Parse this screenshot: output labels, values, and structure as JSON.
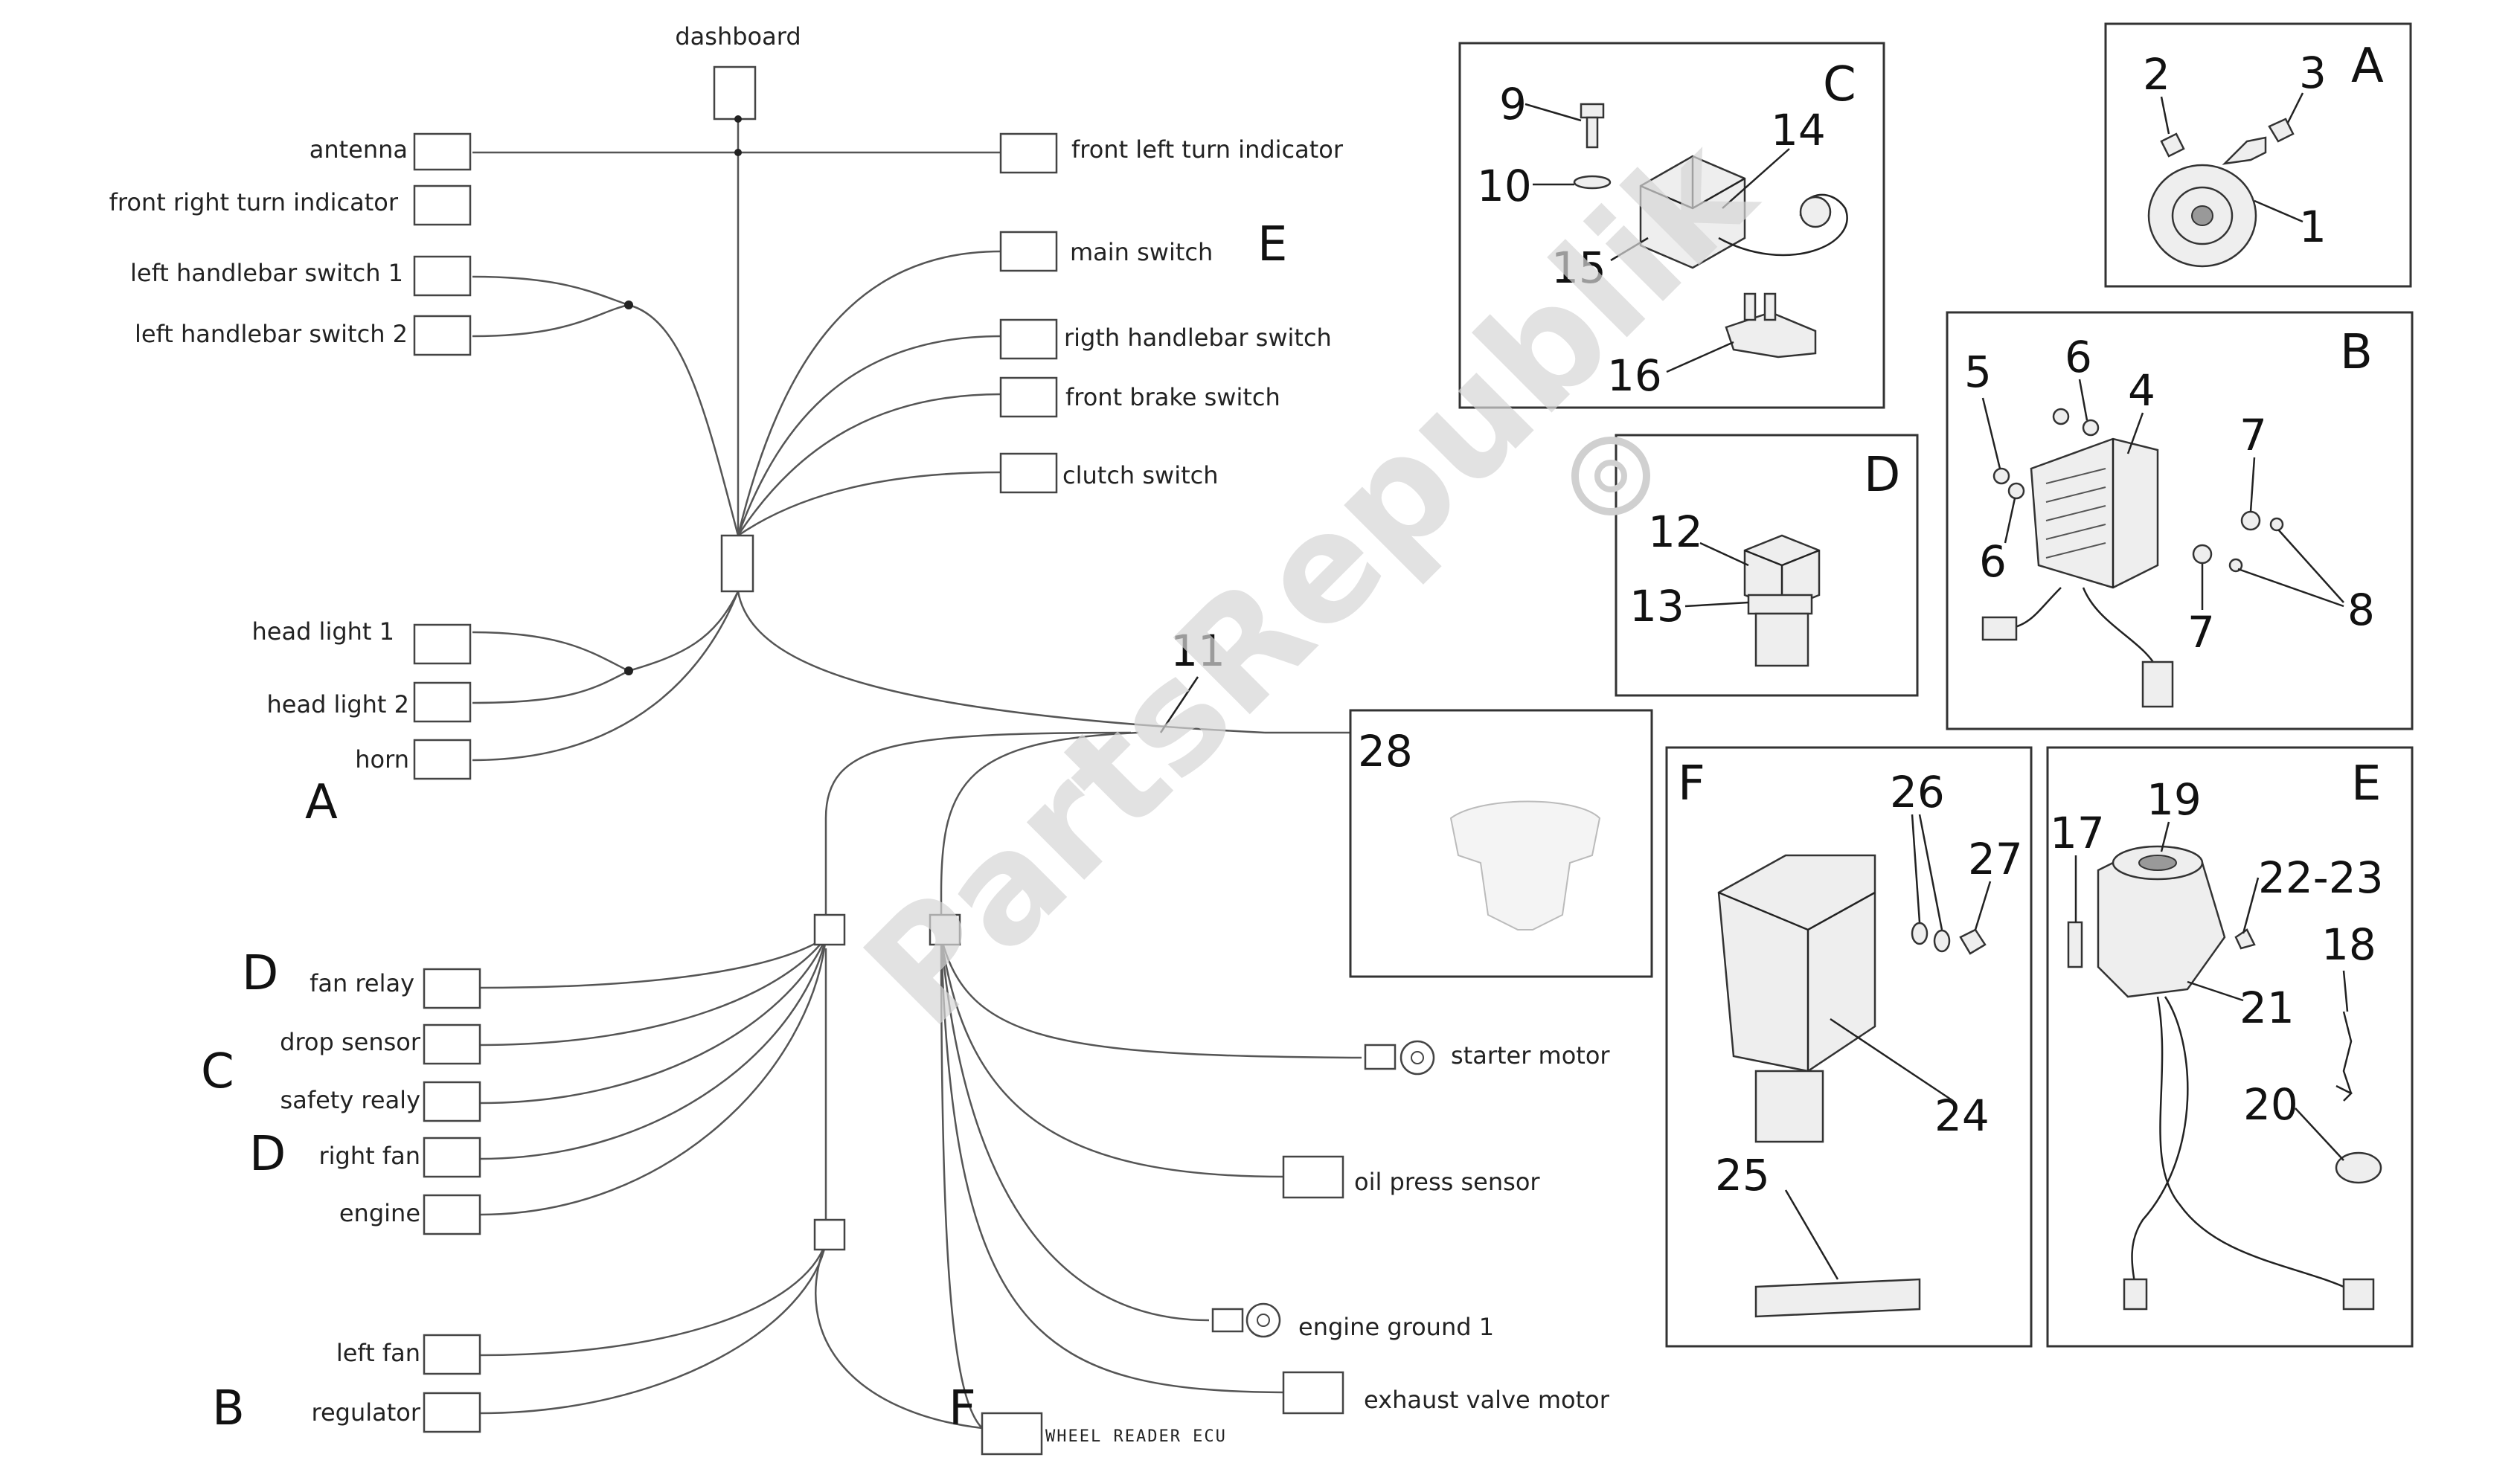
{
  "watermark": "PartsRepublik",
  "connectors_left": {
    "antenna": "antenna",
    "front_right_turn": "front right turn indicator",
    "left_hb_1": "left handlebar switch 1",
    "left_hb_2": "left handlebar switch 2",
    "head_light_1": "head light 1",
    "head_light_2": "head light 2",
    "horn": "horn",
    "fan_relay": "fan relay",
    "drop_sensor": "drop sensor",
    "safety_relay": "safety realy",
    "right_fan": "right fan",
    "engine": "engine",
    "left_fan": "left fan",
    "regulator": "regulator"
  },
  "connectors_right": {
    "dashboard": "dashboard",
    "front_left_turn": "front left turn indicator",
    "main_switch": "main switch",
    "right_hb": "rigth handlebar switch",
    "front_brake": "front brake switch",
    "clutch": "clutch switch",
    "starter_motor": "starter motor",
    "oil_press": "oil press sensor",
    "engine_ground": "engine ground 1",
    "exhaust_valve": "exhaust valve motor",
    "wheel_reader": "WHEEL READER ECU"
  },
  "group_letters": {
    "a_left": "A",
    "b_left": "B",
    "c_left": "C",
    "d_left_1": "D",
    "d_left_2": "D",
    "e_top": "E",
    "f_bottom": "F",
    "a_panel": "A",
    "b_panel": "B",
    "c_panel": "C",
    "d_panel": "D",
    "e_panel": "E",
    "f_panel": "F"
  },
  "part_numbers": {
    "n1": "1",
    "n2": "2",
    "n3": "3",
    "n4": "4",
    "n5": "5",
    "n6a": "6",
    "n6b": "6",
    "n7a": "7",
    "n7b": "7",
    "n8": "8",
    "n9": "9",
    "n10": "10",
    "n11": "11",
    "n12": "12",
    "n13": "13",
    "n14": "14",
    "n15": "15",
    "n16": "16",
    "n17": "17",
    "n18": "18",
    "n19": "19",
    "n20": "20",
    "n21": "21",
    "n22": "22-23",
    "n24": "24",
    "n25": "25",
    "n26": "26",
    "n27": "27",
    "n28": "28"
  }
}
